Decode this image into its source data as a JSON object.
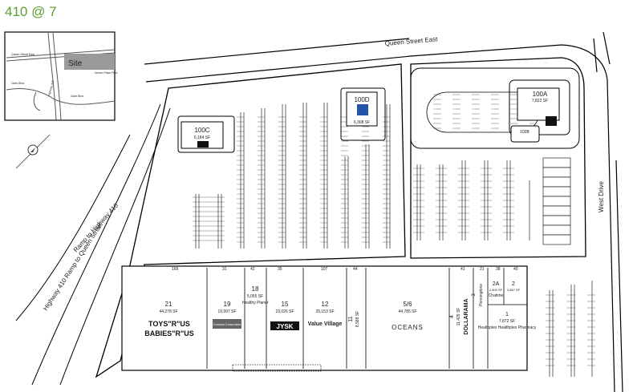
{
  "title": "410 @ 7",
  "roads": {
    "queen_street_east": "Queen Street East",
    "west_drive": "West Drive",
    "ramp_410": "Ramp to Highway 410",
    "ramp_queen": "Highway 410 Ramp to Queen Street"
  },
  "key_map": {
    "site_label": "Site",
    "queen_st": "Queen Street East",
    "clark_n": "Clark Blvd.",
    "clark_s": "Clark Blvd.",
    "hwy": "Highway 410",
    "park": "Norton Place Park"
  },
  "pads": {
    "p100c": {
      "name": "100C",
      "sf": "6,184 SF"
    },
    "p100d": {
      "name": "100D",
      "sf": "6,308 SF"
    },
    "p100a": {
      "name": "100A",
      "sf": "7,822 SF"
    },
    "p100b": {
      "name": "100B"
    }
  },
  "units": {
    "u21": {
      "name": "21",
      "sf": "44,278 SF",
      "tenant1": "TOYS\"R\"US",
      "tenant2": "BABIES\"R\"US"
    },
    "u19": {
      "name": "19",
      "sf": "19,997 SF",
      "tenant": "Canada Computers"
    },
    "u18": {
      "name": "18",
      "sf": "5,055 SF",
      "tenant": "Healthy Planet"
    },
    "u15": {
      "name": "15",
      "sf": "23,026 SF",
      "tenant": "JYSK"
    },
    "u12": {
      "name": "12",
      "sf": "25,153 SF",
      "tenant": "Value Village"
    },
    "u11": {
      "name": "11",
      "sf": "8,588 SF"
    },
    "u56": {
      "name": "5/6",
      "sf": "44,785 SF",
      "tenant": "OCEANS"
    },
    "u4": {
      "name": "4",
      "sf": "11,429 SF",
      "tenant": "DOLLARAMA"
    },
    "u3": {
      "name": "3",
      "tenant": "Penningtons"
    },
    "u2a": {
      "name": "2A",
      "sf": "2,400 SF",
      "tenant": "Chatime"
    },
    "u2": {
      "name": "2",
      "sf": "3,867 SF"
    },
    "u1": {
      "name": "1",
      "sf": "7,872 SF",
      "tenant": "Healthplex Healthplex Pharmacy"
    }
  },
  "parking_counts": [
    "169",
    "31",
    "42",
    "35",
    "107",
    "44",
    "41",
    "21",
    "38",
    "40"
  ]
}
